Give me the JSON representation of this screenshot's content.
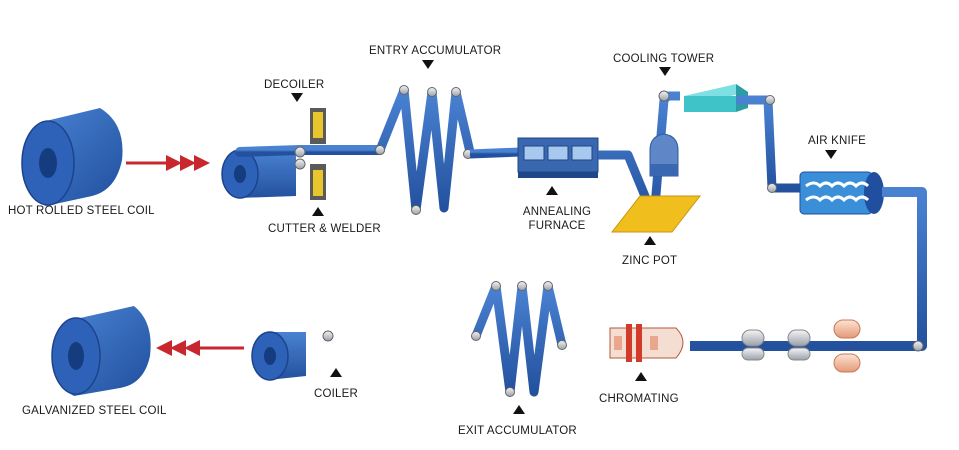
{
  "labels": {
    "hot_rolled_coil": "HOT ROLLED STEEL COIL",
    "decoiler": "DECOILER",
    "cutter_welder": "CUTTER & WELDER",
    "entry_accumulator": "ENTRY ACCUMULATOR",
    "annealing_furnace_1": "ANNEALING",
    "annealing_furnace_2": "FURNACE",
    "cooling_tower": "COOLING TOWER",
    "zinc_pot": "ZINC POT",
    "air_knife": "AIR KNIFE",
    "chromating": "CHROMATING",
    "exit_accumulator": "EXIT ACCUMULATOR",
    "coiler": "COILER",
    "galvanized_coil": "GALVANIZED STEEL COIL"
  },
  "colors": {
    "strip": "#2f63b8",
    "strip_dark": "#1d4690",
    "coil": "#2b5fb5",
    "red_arrow": "#c8272d",
    "cooling": "#3fc3c8",
    "zinc": "#f0bf1d",
    "chromating_red": "#d23a2a",
    "roller": "#b8bcc4",
    "label_text": "#1a1a1a"
  },
  "icons": {
    "pointer": "triangle-pointer-icon",
    "roller": "roller-icon",
    "coil": "steel-coil-icon"
  }
}
